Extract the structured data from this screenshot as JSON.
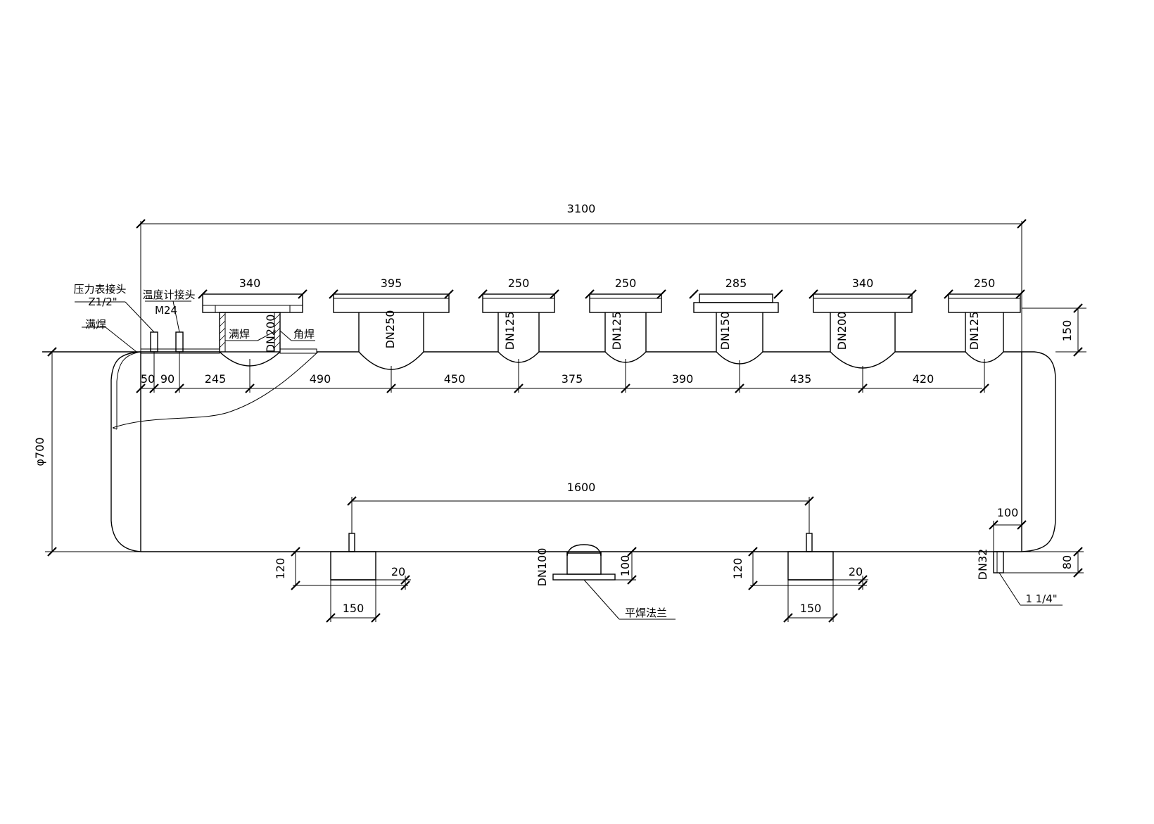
{
  "dimensions": {
    "total_length": "3100",
    "diameter": "φ700",
    "top_widths": [
      "340",
      "395",
      "250",
      "250",
      "285",
      "340",
      "250"
    ],
    "top_spacings": [
      "50",
      "90",
      "245",
      "490",
      "450",
      "375",
      "390",
      "435",
      "420"
    ],
    "nozzle_height": "150",
    "support_spacing": "1600",
    "support_height": "120",
    "support_width": "150",
    "support_plate": "20",
    "bottom_nozzle_height": "100",
    "drain_offset": "100",
    "drain_height": "80"
  },
  "nozzles": [
    "DN200",
    "DN250",
    "DN125",
    "DN125",
    "DN150",
    "DN200",
    "DN125"
  ],
  "bottom_nozzle": "DN100",
  "drain_nozzle": "DN32",
  "labels": {
    "pressure_gauge": "压力表接头",
    "pressure_gauge_spec": "Z1/2\"",
    "thermometer": "温度计接头",
    "thermometer_spec": "M24",
    "full_weld_left": "满焊",
    "full_weld_nozzle": "满焊",
    "fillet_weld": "角焊",
    "slip_on_flange": "平焊法兰",
    "drain_thread": "1 1/4\""
  }
}
